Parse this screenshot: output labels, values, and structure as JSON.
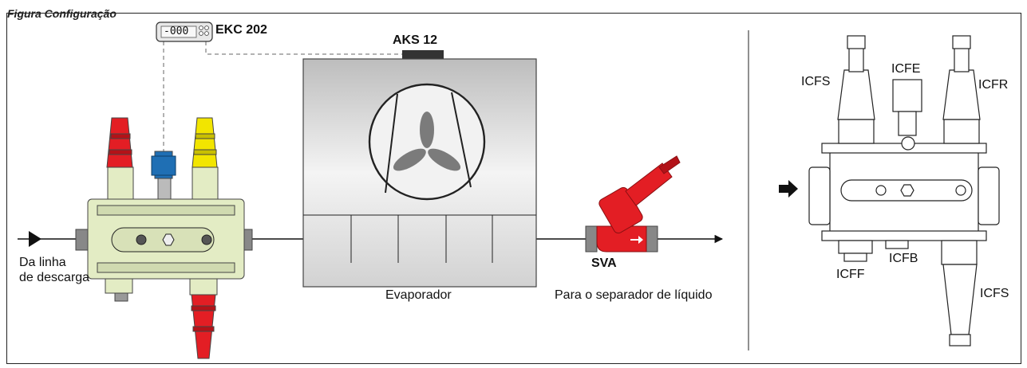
{
  "caption": "Figura Configuração",
  "labels": {
    "ekc": "EKC 202",
    "display": "-000",
    "aks": "AKS 12",
    "from_line_1": "Da linha",
    "from_line_2": "de descarga",
    "evaporator": "Evaporador",
    "svg_valve": "SVA",
    "to_separator": "Para o separador de líquido",
    "icfs_top": "ICFS",
    "icfe": "ICFE",
    "icfr": "ICFR",
    "icfb": "ICFB",
    "icff": "ICFF",
    "icfs_bottom": "ICFS"
  },
  "colors": {
    "valve_red": "#e31e24",
    "valve_yellow": "#f2e500",
    "valve_blue": "#1f6fb4",
    "body_green": "#e3ecc4",
    "evaporator_fill": "#dcdcdc",
    "sensor": "#333333"
  }
}
